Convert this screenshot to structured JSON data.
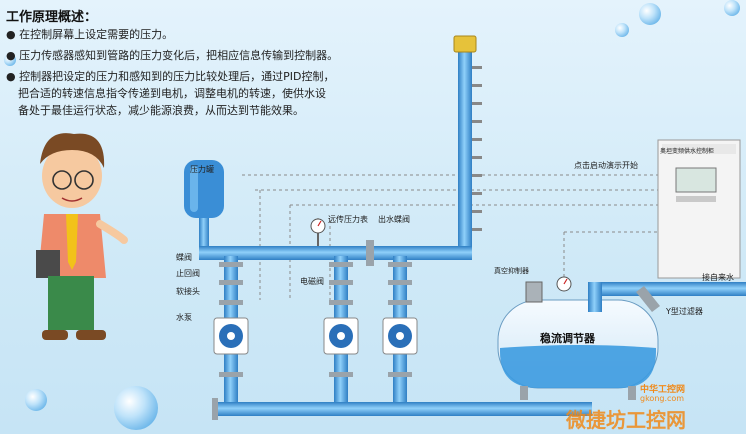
{
  "title": "工作原理概述：",
  "bullets": [
    "在控制屏幕上设定需要的压力。",
    "压力传感器感知到管路的压力变化后，把相应信息传输到控制器。",
    "控制器把设定的压力和感知到的压力比较处理后，通过PID控制，",
    "把合适的转速信息指令传递到电机，调整电机的转速，使供水设",
    "备处于最佳运行状态，减少能源浪费，从而达到节能效果。"
  ],
  "labels": {
    "pressure_tank": "压力罐",
    "remote_gauge": "远传压力表",
    "outlet_valve": "出水蝶阀",
    "butterfly_valve": "蝶阀",
    "check_valve": "止回阀",
    "soft_joint": "软接头",
    "pump": "水泵",
    "solenoid_valve": "电磁阀",
    "vacuum_suppressor": "真空抑制器",
    "stabilizer": "稳流调节器",
    "y_filter": "Y型过滤器",
    "inlet": "接自来水",
    "click_demo": "点击启动演示开始",
    "cabinet_title": "奥坦变频供水控制柜"
  },
  "watermark": {
    "site1": "中华工控网",
    "site1_url": "gkong.com",
    "site2": "微捷坊工控网"
  },
  "colors": {
    "pipe": "#5aaee6",
    "pipe_dark": "#2f7fc4",
    "water": "#3d9be0",
    "cabinet": "#f4f4f4",
    "watermark": "#f08a1a"
  }
}
